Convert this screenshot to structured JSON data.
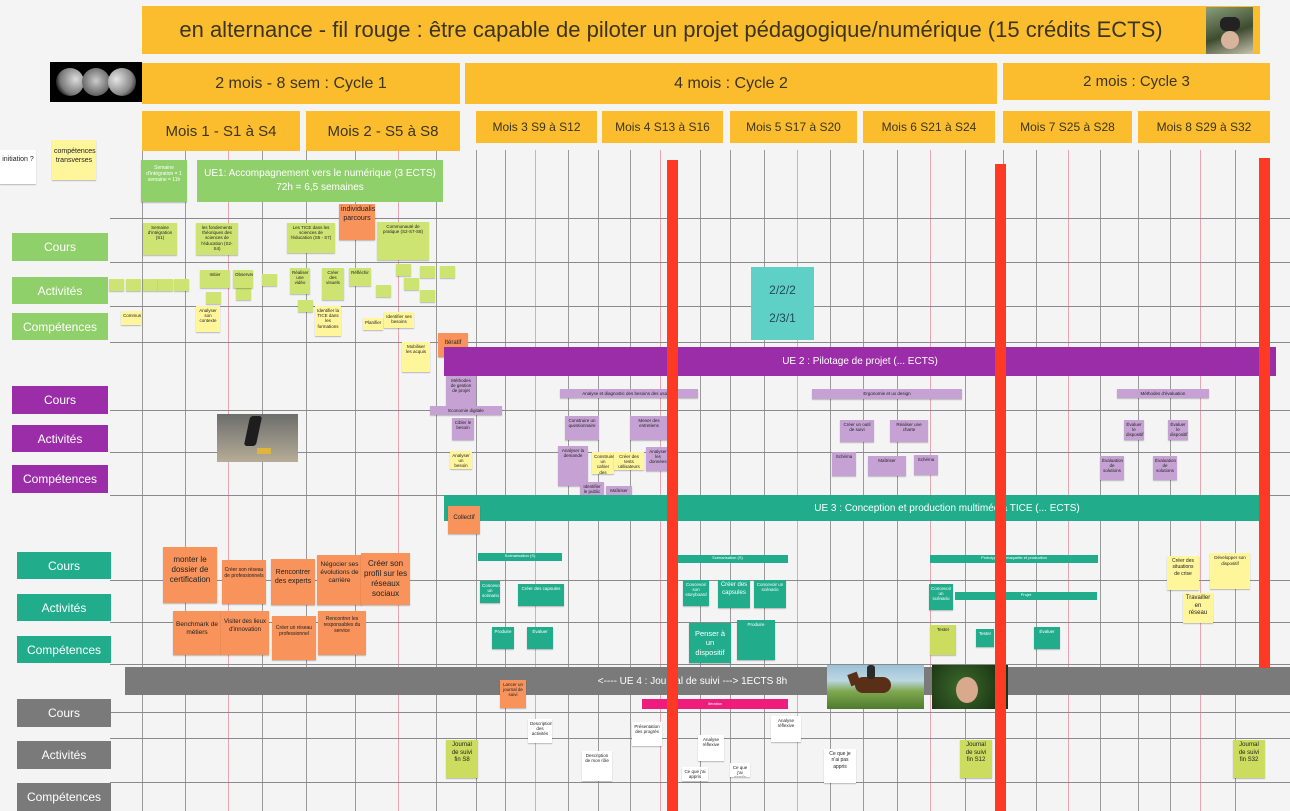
{
  "title": "en alternance - fil rouge : être capable de piloter un projet pédagogique/numérique (15 crédits ECTS)",
  "cycles": [
    "2 mois - 8 sem : Cycle 1",
    "4 mois : Cycle 2",
    "2 mois : Cycle 3"
  ],
  "months": [
    "Mois 1 - S1 à S4",
    "Mois 2 - S5 à S8",
    "Mois 3 S9 à S12",
    "Mois 4 S13 à S16",
    "Mois 5 S17 à S20",
    "Mois 6 S21 à S24",
    "Mois 7 S25 à S28",
    "Mois 8 S29 à S32"
  ],
  "side_notes": {
    "initiation": "initiation ?",
    "competences_transverses": "compétences transverses"
  },
  "row_labels": {
    "cours": "Cours",
    "activites": "Activités",
    "competences": "Compétences"
  },
  "ue1": {
    "bar": "UE1: Accompagnement vers le numérique (3 ECTS)",
    "bar_sub": "72h = 6,5 semaines",
    "semaine_note": "Semaine d'intégration = 1 semaine = 11h",
    "cours_notes": [
      "Semaine d'intégration (S1)",
      "les fondements théoriques des sciences de l'éducation (S2-S4)",
      "Les TICE dans les sciences de l'éducation (S5 - S7)",
      "individualisation parcours",
      "Communauté de pratique (S2-S7-S8)"
    ],
    "activites_notes": [
      "Initier",
      "Observer",
      "Réaliser une vidéo",
      "Créer des visuels",
      "Réfléchir"
    ],
    "competences_notes": [
      "Communiquer",
      "Analyser son contexte",
      "Identifier la TICE dans les formations",
      "Planifier",
      "Mobiliser les acquis",
      "Identifier ses besoins",
      "Itératif"
    ]
  },
  "ue2": {
    "bar": "UE 2 : Pilotage de projet (... ECTS)",
    "cours_notes": [
      "Méthodes de gestion de projet",
      "Economie digitale",
      "Analyse et diagnostic des besoins des usagers",
      "Ergonomie et ux design",
      "Méthodes d'évaluation"
    ],
    "activites_notes": [
      "Cibler le besoin",
      "Construire un questionnaire",
      "Mener des entretiens",
      "Créer un outil de suivi",
      "Réaliser une charte",
      "Évaluer le dispositif"
    ],
    "competences_notes": [
      "Analyser un besoin",
      "Analyser la demande",
      "Construire un cahier des charges",
      "Créer des tests utilisateurs",
      "Analyser les données",
      "Identifier le public",
      "Maîtriser",
      "Schéma",
      "Évaluation de solutions"
    ],
    "stickers": [
      "2/2/2",
      "2/3/1"
    ]
  },
  "ue3": {
    "bar": "UE 3 : Conception et production multimédia TICE (... ECTS)",
    "collectif": "Collectif",
    "cours_notes": [
      "Scénarisation (S)",
      "Scénarisation (S)",
      "Prototypage : maquette et production",
      "Projet",
      "Créer des situations de crise",
      "Développer son dispositif"
    ],
    "activites_notes": [
      "monter le dossier de certification",
      "Créer son réseau de professionnels",
      "Rencontrer des experts",
      "Négocier ses évolutions de carrière",
      "Créer son profil sur les réseaux sociaux",
      "Concevoir un scénario",
      "Créer des capsules",
      "Concevoir son storyboard",
      "Travailler en réseau"
    ],
    "competences_notes": [
      "Benchmark de métiers",
      "Visiter des lieux d'innovation",
      "Créer un réseau professionnel",
      "Rencontrer les responsables du service",
      "Penser à un dispositif",
      "Produire",
      "Évaluer",
      "Tester"
    ]
  },
  "ue4": {
    "bar": "<---- UE 4 : Journal de suivi ---> 1ECTS 8h",
    "mid_bar": "Itération",
    "journaux": [
      "Journal de suivi fin S8",
      "Journal de suivi fin S12",
      "Journal de suivi fin S32"
    ],
    "notes": [
      "Lancer un journal de suivi",
      "Description des activités",
      "Présentation des progrès",
      "Description de mon rôle",
      "Analyse réflexive",
      "Ce que j'ai appris",
      "Ce que je n'ai pas appris"
    ]
  },
  "icons": [
    "moon-phases-image",
    "avatar-photo",
    "street-photo",
    "horse-photo",
    "child-photo"
  ],
  "colors": {
    "orange": "#fbbd2d",
    "ue1": "#8fd06a",
    "ue2": "#9b2ea8",
    "ue3": "#21ad8c",
    "ue4": "#7a7a7a",
    "red": "#ff3a24"
  }
}
